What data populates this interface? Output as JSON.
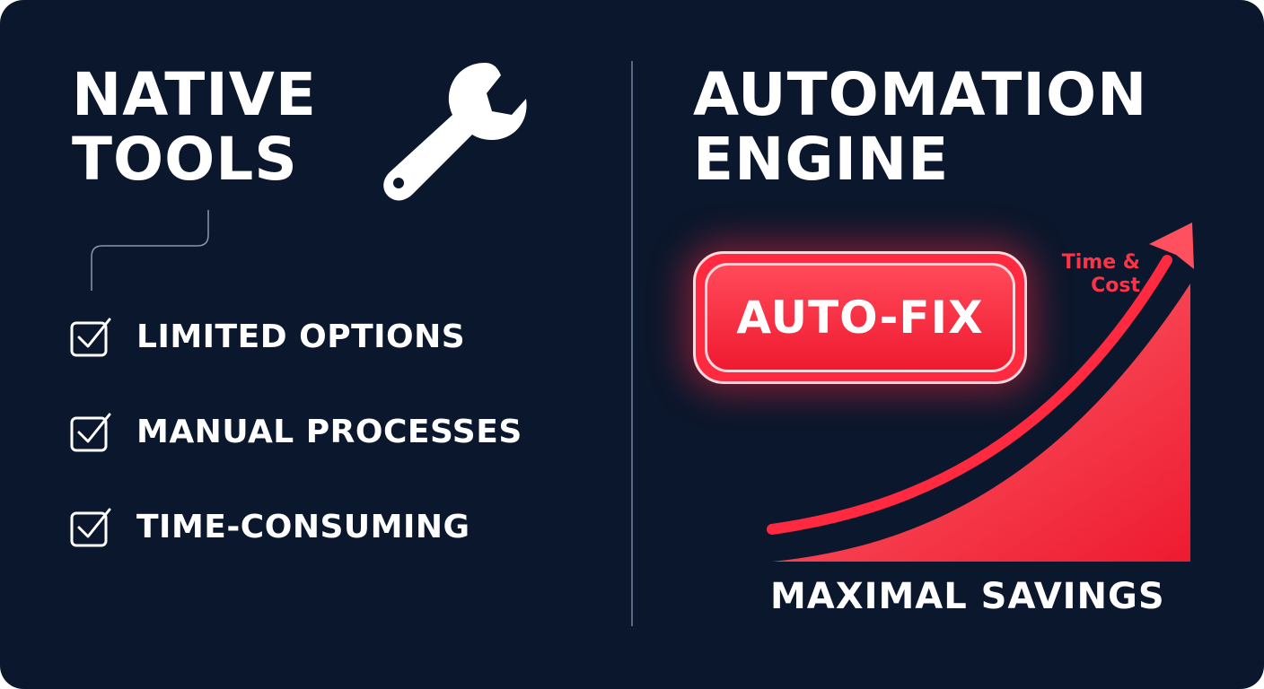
{
  "left_panel": {
    "title_lines": [
      "NATIVE",
      "TOOLS"
    ],
    "icon": "wrench-icon",
    "items": [
      {
        "label": "LIMITED OPTIONS",
        "icon": "checkbox-checked-icon"
      },
      {
        "label": "MANUAL PROCESSES",
        "icon": "checkbox-checked-icon"
      },
      {
        "label": "TIME-CONSUMING",
        "icon": "checkbox-checked-icon"
      }
    ]
  },
  "right_panel": {
    "title_lines": [
      "AUTOMATION",
      "ENGINE"
    ],
    "button_label": "AUTO-FIX",
    "chart_label_lines": [
      "Time &",
      "Cost"
    ],
    "footer": "MAXIMAL SAVINGS"
  },
  "colors": {
    "background": "#0b172c",
    "accent_red": "#ff2a40",
    "text": "#ffffff",
    "divider": "#5a6a85"
  }
}
